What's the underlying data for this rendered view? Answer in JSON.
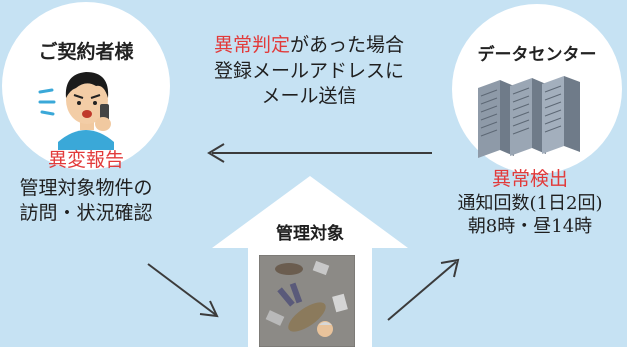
{
  "customer": {
    "title": "ご契約者様",
    "report": "異変報告",
    "action_lines": [
      "管理対象物件の",
      "訪問・状況確認"
    ]
  },
  "message": {
    "highlight": "異常判定",
    "line1_rest": "があった場合",
    "line2": "登録メールアドレスに",
    "line3": "メール送信"
  },
  "data_center": {
    "title": "データセンター",
    "detect": "異常検出",
    "info_lines": [
      "通知回数(1日2回)",
      "朝8時・昼14時"
    ]
  },
  "target": {
    "title": "管理対象"
  },
  "colors": {
    "background": "#c6e2f3",
    "accent_red": "#e23b3b",
    "arrow": "#3b3b3b",
    "panel": "#ffffff"
  },
  "icons": [
    "worried-customer-icon",
    "server-rack-icon",
    "fallen-person-icon"
  ]
}
